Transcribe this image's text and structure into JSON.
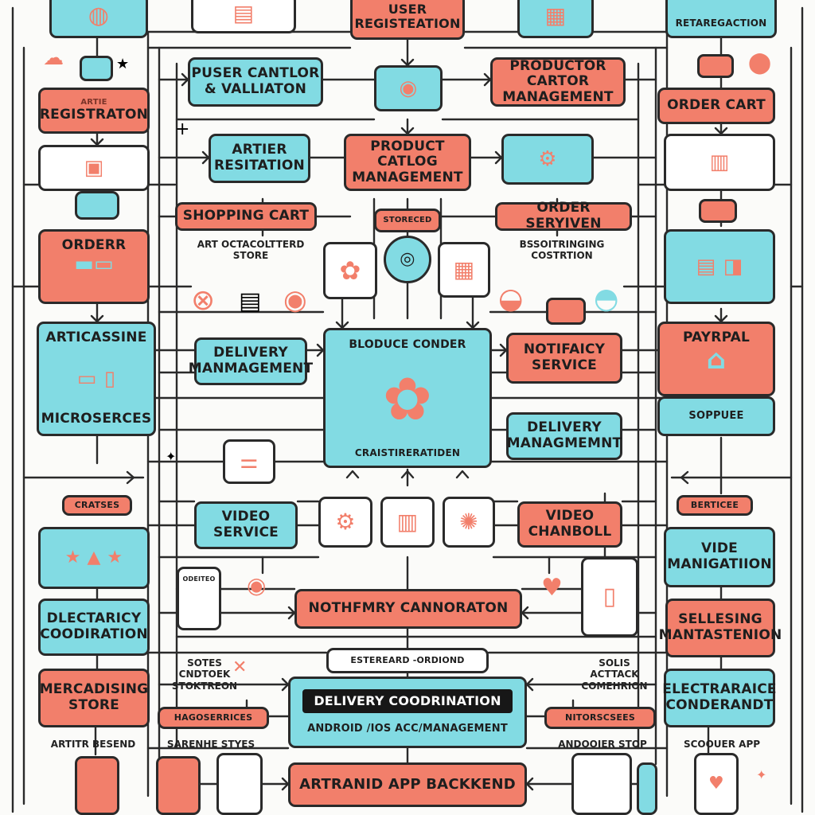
{
  "nodes": {
    "user_registration": "User Registeation",
    "registration_top_right": "Retaregaction",
    "user_validation": "Puser Cantlor & Valliaton",
    "product_management": "Productor Cartor Management",
    "registration_left": "Registraton",
    "registration_left_caption": "Artie",
    "order_cart": "Order Cart",
    "artist_registration": "Artier Resitation",
    "product_catalog": "Product Catlog Management",
    "shopping_cart": "Shopping Cart",
    "stored": "Storeced",
    "order_service": "Order Seryiven",
    "order_left": "Orderr",
    "article_store": "Art Octacoltterd Store",
    "subscription": "Bssoitringing Costrtion",
    "articles_microservices_top": "Articassine",
    "articles_microservices_bottom": "Microserces",
    "delivery_management": "Delivery Manmagement",
    "product_center": "Bloduce Conder",
    "product_center_caption": "Craistireratiden",
    "notification_service": "Notifaicy Service",
    "paypal": "Payrpal",
    "support": "Soppuee",
    "delivery_management_right": "Delivery Managmemnt",
    "crates": "Cratses",
    "video_service": "Video Service",
    "video_channel": "Video Chanboll",
    "service_right": "Berticee",
    "video_navigation": "Vide Manigatiion",
    "electricity_coordination": "Dlectaricy Coodiration",
    "notification_coordination": "Nothfmry Cannoraton",
    "selling_maintenance": "Sellesing Mantastenion",
    "extended_ordering": "Estereard -Ordiond",
    "stores_left_caption": "Sotes Cndtoek Stoktreon",
    "solus_right_caption": "Solis Acttack Comehrion",
    "merchandising_store": "Mercadising Store",
    "delivery_coordination": "Delivery Coodrination",
    "android_management": "Android /iOS Acc/Management",
    "electronics_coordination": "Electraraice Conderandt",
    "backend_services": "Hagoserrices",
    "network_services": "Nitorscsees",
    "artist_backend_caption": "Artitr Besend",
    "scheme_styles_caption": "Sarenhe Styes",
    "android_stop_caption": "Andooier Stop",
    "scooter_app_caption": "Scoouer App",
    "android_backend": "Artranid App Backkend",
    "bars_small": "Odeiteo"
  },
  "colors": {
    "teal": "#82dbe3",
    "coral": "#f27f6b",
    "outline": "#2a2a2a",
    "background": "#fbfbf9"
  },
  "icons": [
    "laptop-icon",
    "storefront-icon",
    "cart-icon",
    "location-pin-icon",
    "donut-icon",
    "gear-icon",
    "monitor-icon",
    "phone-icon",
    "flower-icon",
    "star-icon",
    "heart-icon",
    "sparkle-icon",
    "tent-icon",
    "database-icon",
    "chat-bubble-icon",
    "clipboard-icon"
  ]
}
